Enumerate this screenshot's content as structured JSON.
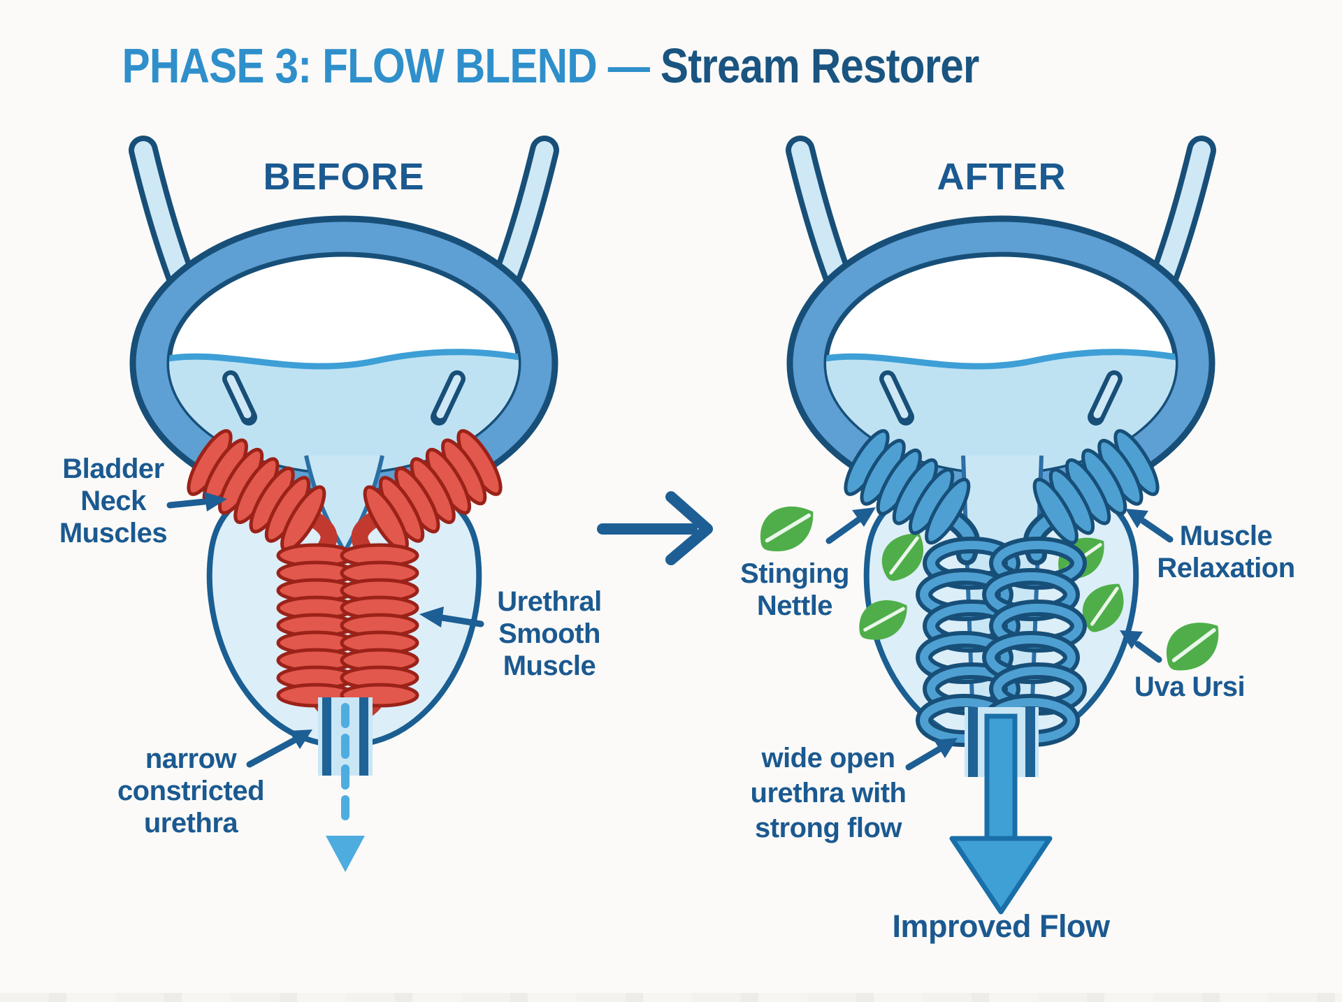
{
  "title": {
    "part1": "PHASE 3: FLOW BLEND — ",
    "part2": "Stream Restorer"
  },
  "before": {
    "heading": "BEFORE",
    "labels": {
      "bladder_neck": {
        "lines": [
          "Bladder",
          "Neck",
          "Muscles"
        ]
      },
      "urethral_smooth": {
        "lines": [
          "Urethral",
          "Smooth",
          "Muscle"
        ]
      },
      "narrow_urethra": {
        "lines": [
          "narrow",
          "constricted",
          "urethra"
        ]
      }
    }
  },
  "after": {
    "heading": "AFTER",
    "labels": {
      "stinging_nettle": {
        "lines": [
          "Stinging",
          "Nettle"
        ]
      },
      "muscle_relaxation": {
        "lines": [
          "Muscle",
          "Relaxation"
        ]
      },
      "uva_ursi": {
        "lines": [
          "Uva Ursi"
        ]
      },
      "wide_open_urethra": {
        "lines": [
          "wide open",
          "urethra with",
          "strong flow"
        ]
      },
      "improved_flow": "Improved Flow"
    }
  },
  "icons": {
    "herb": "leaf-icon",
    "transform": "right-arrow-icon",
    "weak_flow": "dashed-drip-arrow-icon",
    "strong_flow": "down-arrow-icon"
  },
  "colors": {
    "title_accent": "#2F8FCB",
    "title_dark": "#1A5480",
    "label_blue": "#1B5990",
    "muscle_red": "#E2584C",
    "coil_blue": "#4FA0D2",
    "herb_green": "#4FAE49",
    "urine_blue": "#BFE2F3",
    "flow_blue": "#3FA0D6",
    "wall_blue": "#5E9FD4",
    "outline_navy": "#174F78"
  }
}
